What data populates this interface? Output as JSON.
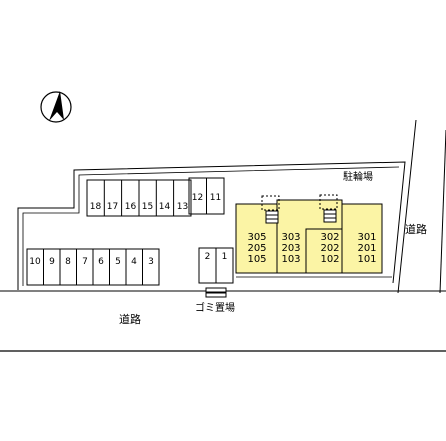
{
  "labels": {
    "road_bottom": "道路",
    "road_right": "道路",
    "bicycle_parking": "駐輪場",
    "garbage": "ゴミ置場"
  },
  "compass": {
    "icon": "north-arrow-icon"
  },
  "parking_row_a": [
    "18",
    "17",
    "16",
    "15",
    "14",
    "13"
  ],
  "parking_row_b": [
    "12",
    "11"
  ],
  "parking_row_c": [
    "10",
    "9",
    "8",
    "7",
    "6",
    "5",
    "4",
    "3"
  ],
  "parking_row_d": [
    "2",
    "1"
  ],
  "units": [
    {
      "top": "305",
      "mid": "205",
      "bot": "105"
    },
    {
      "top": "303",
      "mid": "203",
      "bot": "103"
    },
    {
      "top": "302",
      "mid": "202",
      "bot": "102"
    },
    {
      "top": "301",
      "mid": "201",
      "bot": "101"
    }
  ],
  "colors": {
    "building": "#fbf4a5",
    "line": "#000000"
  }
}
